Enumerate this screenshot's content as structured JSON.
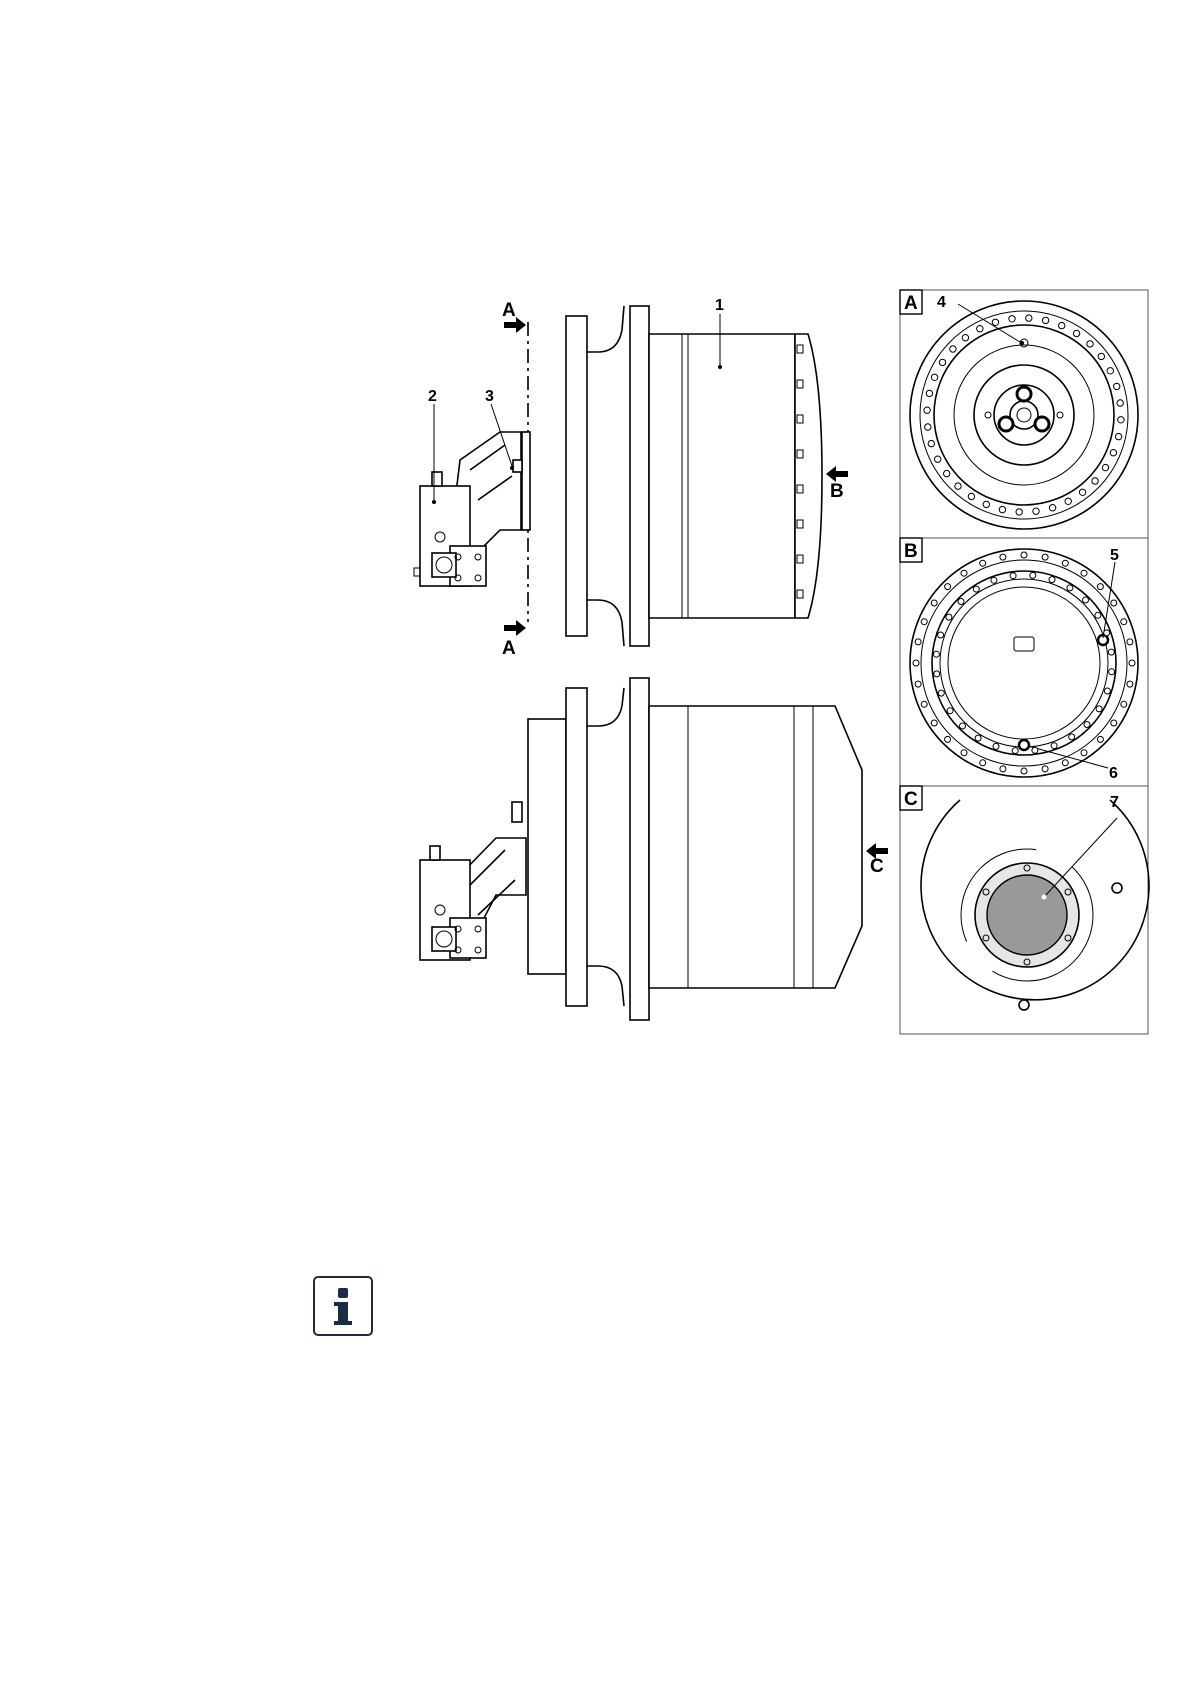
{
  "figure": {
    "callouts": {
      "c1": "1",
      "c2": "2",
      "c3": "3",
      "c4": "4",
      "c5": "5",
      "c6": "6",
      "c7": "7"
    },
    "view_arrows": {
      "a_top": "A",
      "a_bottom": "A",
      "b": "B",
      "c": "C"
    },
    "panels": {
      "a": "A",
      "b": "B",
      "c": "C"
    }
  },
  "notice": {
    "icon": "info-icon",
    "color": "#1c2c44"
  }
}
